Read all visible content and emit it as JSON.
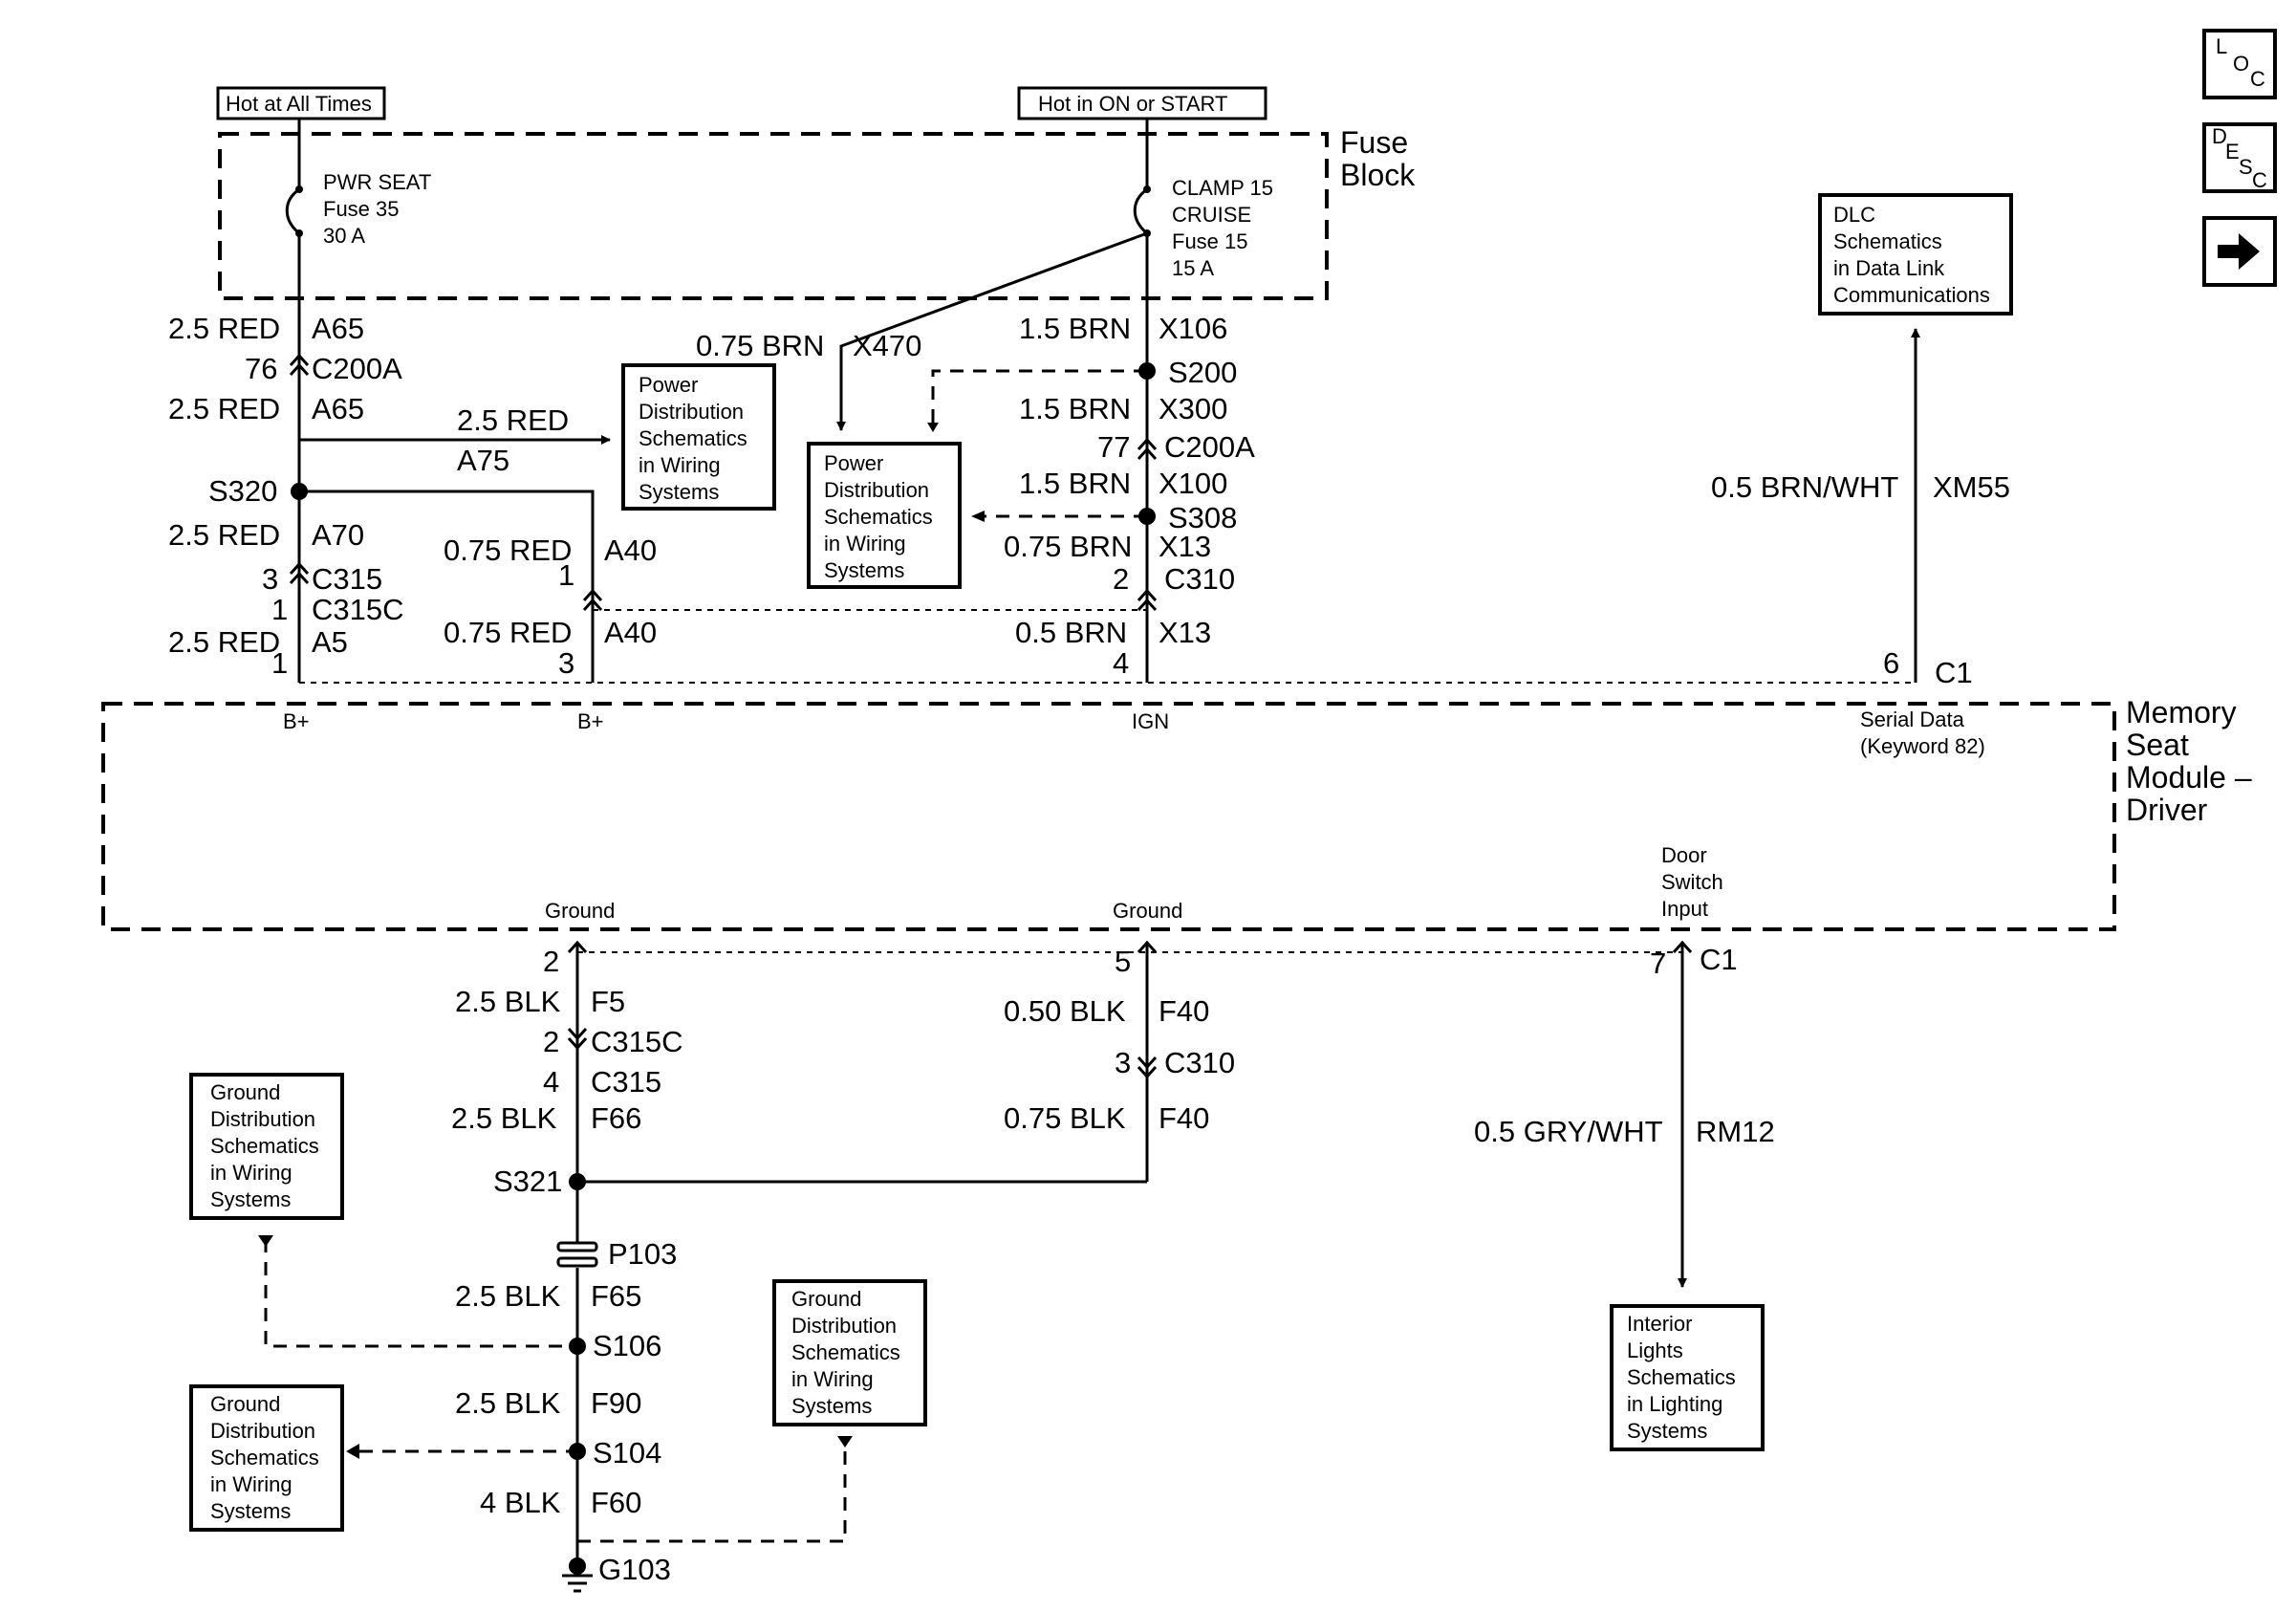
{
  "nav": {
    "loc": [
      "L",
      "O",
      "C"
    ],
    "desc": [
      "D",
      "E",
      "S",
      "C"
    ],
    "next_icon": "arrow-right-icon"
  },
  "sources": {
    "hot_always": "Hot at All Times",
    "hot_on_start": "Hot in ON or START"
  },
  "fuse_block": {
    "title": [
      "Fuse",
      "Block"
    ],
    "pwr_fuse": [
      "PWR SEAT",
      "Fuse 35",
      "30 A"
    ],
    "cruise_fuse": [
      "CLAMP 15",
      "CRUISE",
      "Fuse 15",
      "15 A"
    ]
  },
  "refs": {
    "power_dist": [
      "Power",
      "Distribution",
      "Schematics",
      "in Wiring",
      "Systems"
    ],
    "ground_dist": [
      "Ground",
      "Distribution",
      "Schematics",
      "in Wiring",
      "Systems"
    ],
    "dlc": [
      "DLC",
      "Schematics",
      "in Data Link",
      "Communications"
    ],
    "interior": [
      "Interior",
      "Lights",
      "Schematics",
      "in Lighting",
      "Systems"
    ]
  },
  "module": {
    "title": [
      "Memory",
      "Seat",
      "Module –",
      "Driver"
    ],
    "b_plus": "B+",
    "ign": "IGN",
    "ground": "Ground",
    "serial": [
      "Serial Data",
      "(Keyword 82)"
    ],
    "door": [
      "Door",
      "Switch",
      "Input"
    ]
  },
  "left_circuit": {
    "w1": "2.5 RED",
    "c1": "A65",
    "pin76": "76",
    "conn_c200a": "C200A",
    "w2": "2.5 RED",
    "c2": "A65",
    "branch_w": "2.5 RED",
    "branch_c": "A75",
    "splice": "S320",
    "w3": "2.5 RED",
    "c3": "A70",
    "pin3": "3",
    "conn_c315": "C315",
    "pin1": "1",
    "conn_c315c": "C315C",
    "w4": "2.5 RED",
    "c4": "A5",
    "pin_mod": "1"
  },
  "mid_circuit": {
    "w1": "0.75 RED",
    "c1": "A40",
    "pin1": "1",
    "w2": "0.75 RED",
    "c2": "A40",
    "pin_mod": "3"
  },
  "ign_circuit": {
    "brn_w": "0.75 BRN",
    "brn_c": "X470",
    "w1": "1.5 BRN",
    "c1": "X106",
    "s200": "S200",
    "w2": "1.5 BRN",
    "c2": "X300",
    "pin77": "77",
    "conn_c200a": "C200A",
    "w3": "1.5 BRN",
    "c3": "X100",
    "s308": "S308",
    "w4": "0.75 BRN",
    "c4": "X13",
    "pin2": "2",
    "conn_c310": "C310",
    "w5": "0.5 BRN",
    "c5": "X13",
    "pin_mod": "4"
  },
  "serial_circuit": {
    "w": "0.5 BRN/WHT",
    "c": "XM55",
    "pin": "6",
    "conn": "C1"
  },
  "ground_circuit": {
    "pin2": "2",
    "w1": "2.5 BLK",
    "c1": "F5",
    "pin2b": "2",
    "conn_c315c": "C315C",
    "pin4": "4",
    "conn_c315": "C315",
    "w2": "2.5 BLK",
    "c2": "F66",
    "s321": "S321",
    "p103": "P103",
    "w3": "2.5 BLK",
    "c3": "F65",
    "s106": "S106",
    "w4": "2.5 BLK",
    "c4": "F90",
    "s104": "S104",
    "w5": "4 BLK",
    "c5": "F60",
    "g103": "G103"
  },
  "ground2_circuit": {
    "pin5": "5",
    "w1": "0.50 BLK",
    "c1": "F40",
    "pin3": "3",
    "conn_c310": "C310",
    "w2": "0.75 BLK",
    "c2": "F40"
  },
  "door_circuit": {
    "pin": "7",
    "conn": "C1",
    "w": "0.5 GRY/WHT",
    "c": "RM12"
  }
}
